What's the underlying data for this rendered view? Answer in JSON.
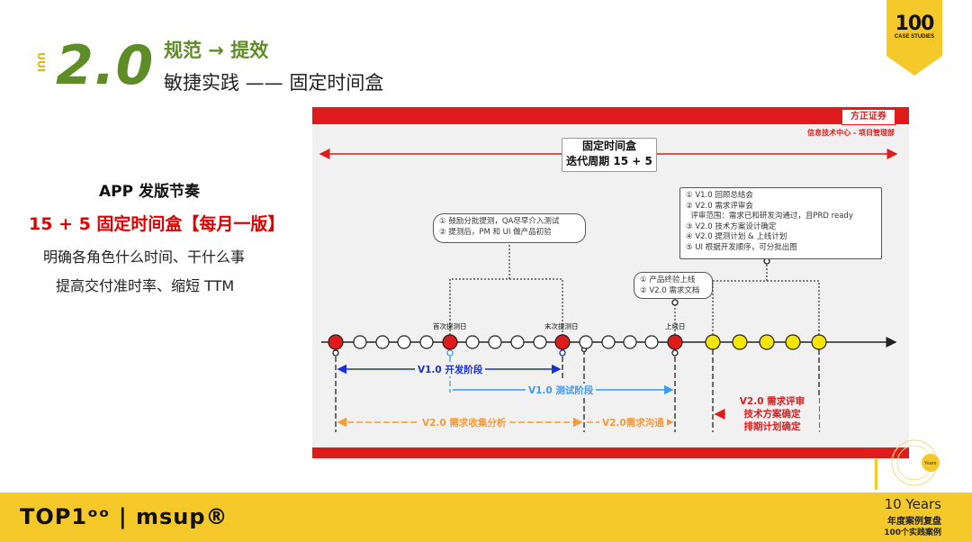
{
  "header": {
    "vertical_tag": "UUI",
    "version": "2.0",
    "title": "规范 → 提效",
    "subtitle": "敏捷实践 —— 固定时间盒"
  },
  "badge": {
    "number": "100",
    "text": "CASE STUDIES"
  },
  "left_panel": {
    "line1": "APP 发版节奏",
    "line2": "15 + 5 固定时间盒【每月一版】",
    "line3": "明确各角色什么时间、干什么事",
    "line4": "提高交付准时率、缩短 TTM"
  },
  "slide": {
    "logo_text": "方正证券",
    "department": "信息技术中心 - 项目管理部",
    "header_line1": "固定时间盒",
    "header_line2": "迭代周期 15 + 5",
    "callout1": [
      "① 鼓励分批提测，QA尽早介入测试",
      "② 提测后，PM 和 UI 做产品初验"
    ],
    "callout2": [
      "① 产品终验上线",
      "② V2.0 需求文档"
    ],
    "callout3": [
      "① V1.0 回顾总结会",
      "② V2.0 需求评审会",
      "  评审范围：需求已和研发沟通过，且PRD ready",
      "③ V2.0 技术方案设计确定",
      "④ V2.0 提测计划 & 上线计划",
      "⑤ UI 根据开发顺序，可分批出图"
    ],
    "milestones": {
      "first_test": "首次提测日",
      "last_test": "末次提测日",
      "release": "上线日"
    },
    "bars": {
      "dev": "V1.0 开发阶段",
      "test": "V1.0 测试阶段",
      "collect": "V2.0 需求收集分析",
      "communicate": "V2.0需求沟通"
    },
    "red_label": [
      "V2.0 需求评审",
      "技术方案确定",
      "排期计划确定"
    ],
    "colors": {
      "red": "#e01b1b",
      "yellow": "#f5e600",
      "blue": "#1a2fd0",
      "lightblue": "#3d9bf0",
      "orange": "#f59b3a"
    }
  },
  "footer": {
    "brand": "TOP1ᵒᵒ | msup®",
    "ten_years": "10 Years",
    "sub1": "年度案例复盘",
    "sub2": "100个实践案例",
    "years_tag": "Years"
  }
}
